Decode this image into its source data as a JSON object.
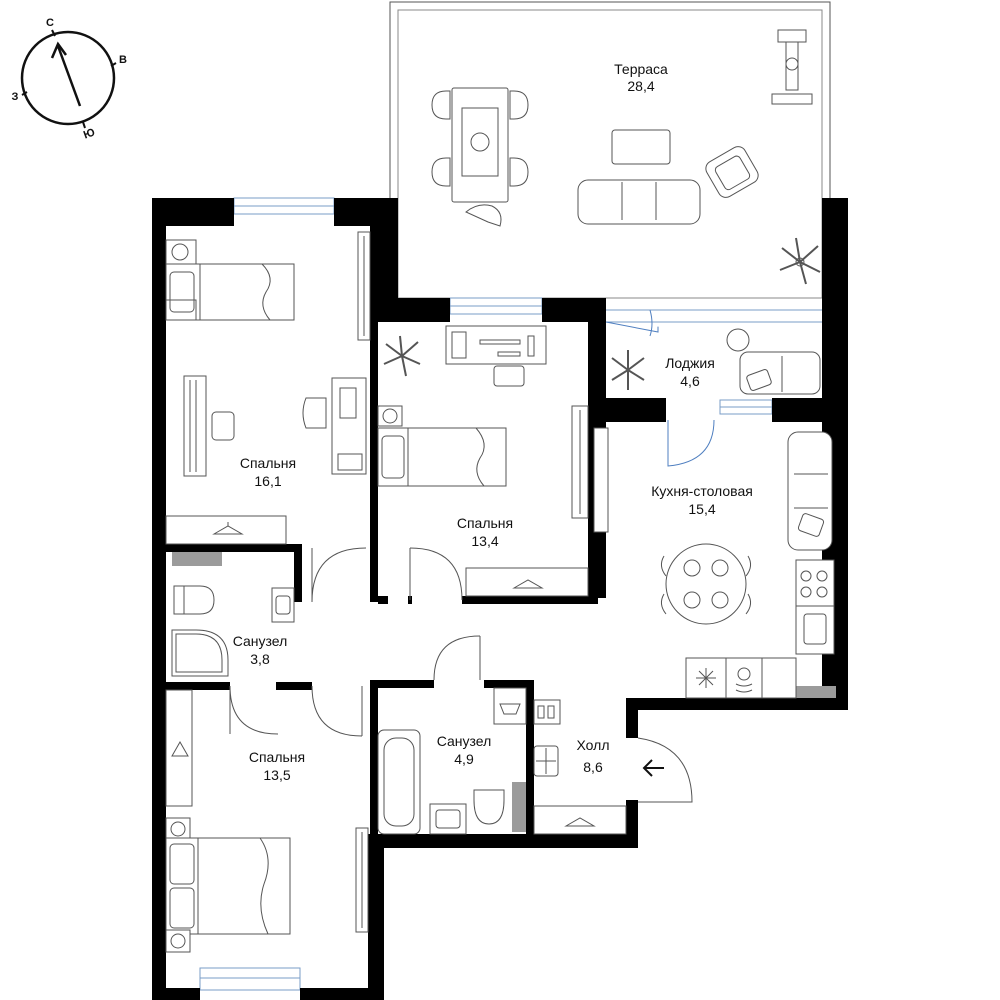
{
  "compass": {
    "north": "С",
    "east": "В",
    "west": "З",
    "south": "Ю"
  },
  "rooms": [
    {
      "id": "terrace",
      "name": "Терраса",
      "area": "28,4"
    },
    {
      "id": "bedroom-top-left",
      "name": "Спальня",
      "area": "16,1"
    },
    {
      "id": "bedroom-middle",
      "name": "Спальня",
      "area": "13,4"
    },
    {
      "id": "loggia",
      "name": "Лоджия",
      "area": "4,6"
    },
    {
      "id": "kitchen-dining",
      "name": "Кухня-столовая",
      "area": "15,4"
    },
    {
      "id": "bathroom-left",
      "name": "Санузел",
      "area": "3,8"
    },
    {
      "id": "bathroom-center",
      "name": "Санузел",
      "area": "4,9"
    },
    {
      "id": "bedroom-bottom-left",
      "name": "Спальня",
      "area": "13,5"
    },
    {
      "id": "hall",
      "name": "Холл",
      "area": "8,6"
    }
  ],
  "colors": {
    "wall": "#000000",
    "window": "#7a9cc7",
    "line": "#555555",
    "shaft": "#9b9b9b"
  }
}
